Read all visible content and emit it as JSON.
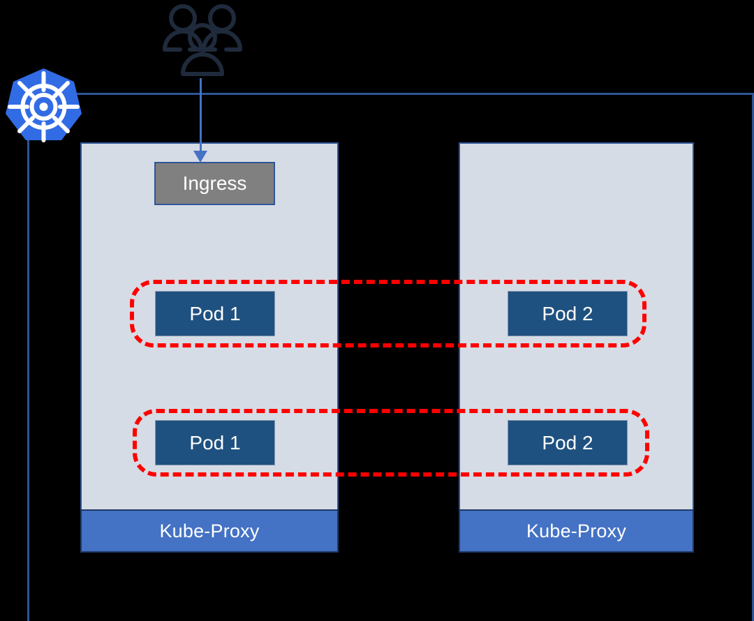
{
  "diagram": {
    "title": "Kubernetes cluster with two nodes, ingress, pods and kube-proxy",
    "cluster": {
      "logo_label": "kubernetes-logo",
      "boundary_label": "cluster-boundary"
    },
    "actors": {
      "users_label": "users-icon",
      "arrow_label": "traffic-arrow"
    },
    "ingress": {
      "label": "Ingress"
    },
    "nodes": [
      {
        "name": "node-left",
        "kube_proxy_label": "Kube-Proxy",
        "pods": [
          {
            "label": "Pod 1"
          },
          {
            "label": "Pod 1"
          }
        ]
      },
      {
        "name": "node-right",
        "kube_proxy_label": "Kube-Proxy",
        "pods": [
          {
            "label": "Pod 2"
          },
          {
            "label": "Pod 2"
          }
        ]
      }
    ],
    "service_groups": [
      {
        "name": "service-group-1"
      },
      {
        "name": "service-group-2"
      }
    ],
    "colors": {
      "background": "#000000",
      "cluster_line": "#2F5597",
      "node_fill": "#D6DCE5",
      "node_border": "#2F5597",
      "pod_fill": "#1F5180",
      "pod_border": "#8497B0",
      "ingress_fill": "#808080",
      "kube_proxy_fill": "#4472C4",
      "kube_proxy_border": "#1F3864",
      "service_outline": "#FF0000",
      "arrow": "#4472C4",
      "users_icon": "#1F2B3C",
      "k8s_blue": "#326CE5",
      "text_light": "#FFFFFF"
    }
  }
}
